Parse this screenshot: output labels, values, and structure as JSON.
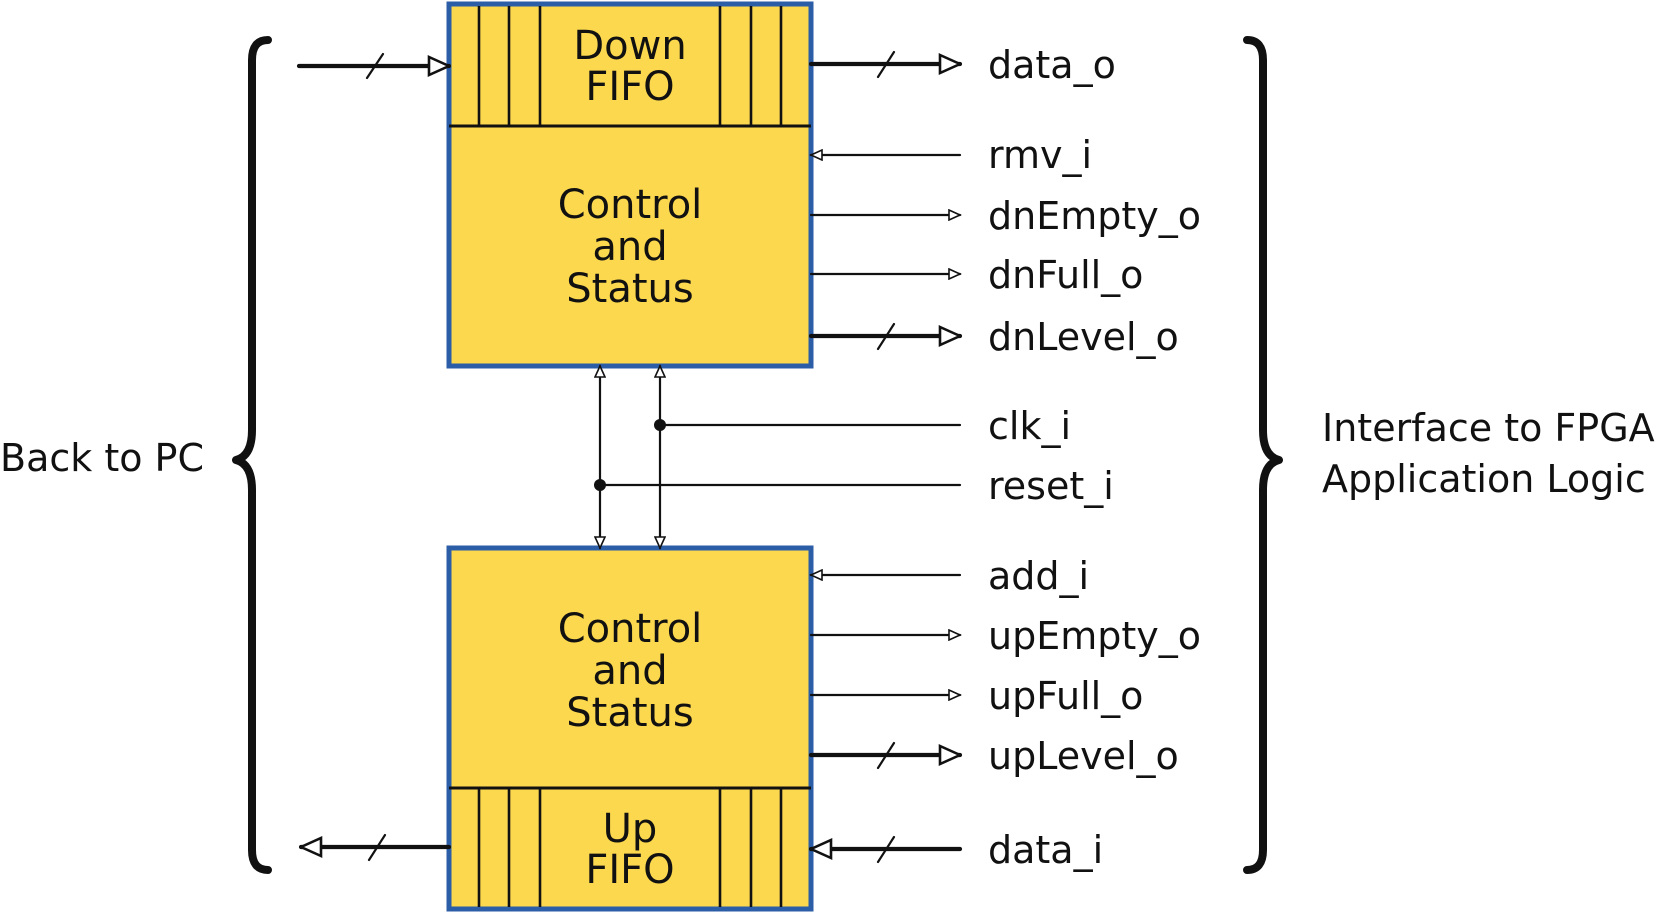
{
  "colors": {
    "block_fill": "#fcd84e",
    "block_border": "#2c5ea8",
    "line": "#111111"
  },
  "blocks": {
    "down_fifo": {
      "line1": "Down",
      "line2": "FIFO"
    },
    "down_control": {
      "line1": "Control",
      "line2": "and",
      "line3": "Status"
    },
    "up_control": {
      "line1": "Control",
      "line2": "and",
      "line3": "Status"
    },
    "up_fifo": {
      "line1": "Up",
      "line2": "FIFO"
    }
  },
  "signals": {
    "data_o": "data_o",
    "rmv_i": "rmv_i",
    "dnEmpty_o": "dnEmpty_o",
    "dnFull_o": "dnFull_o",
    "dnLevel_o": "dnLevel_o",
    "clk_i": "clk_i",
    "reset_i": "reset_i",
    "add_i": "add_i",
    "upEmpty_o": "upEmpty_o",
    "upFull_o": "upFull_o",
    "upLevel_o": "upLevel_o",
    "data_i": "data_i"
  },
  "side_labels": {
    "left": "Back to PC",
    "right_line1": "Interface to FPGA",
    "right_line2": "Application Logic"
  }
}
